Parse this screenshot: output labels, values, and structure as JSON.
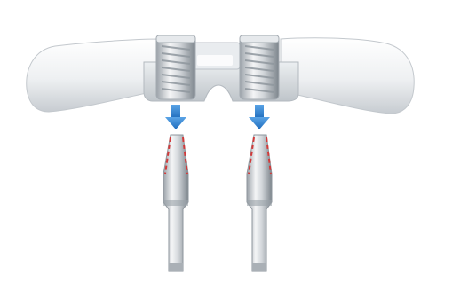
{
  "diagram": {
    "background": "#ffffff",
    "colors": {
      "body_light": "#f7f8f9",
      "body_mid": "#d9dde1",
      "body_dark": "#a9b0b7",
      "outline": "#b7bdc3",
      "metal_light": "#f2f3f4",
      "metal_mid": "#c2c7cc",
      "metal_dark": "#7d858c",
      "arrow": "#2f7fd0",
      "taper_marking": "#d23a3a"
    },
    "parts": {
      "bar": {
        "icon": "overdenture-bar"
      },
      "housings": [
        {
          "icon": "spring-housing"
        },
        {
          "icon": "spring-housing"
        }
      ],
      "arrows": [
        {
          "icon": "arrow-down-icon"
        },
        {
          "icon": "arrow-down-icon"
        }
      ],
      "abutments": [
        {
          "icon": "tapered-abutment"
        },
        {
          "icon": "tapered-abutment"
        }
      ]
    }
  }
}
